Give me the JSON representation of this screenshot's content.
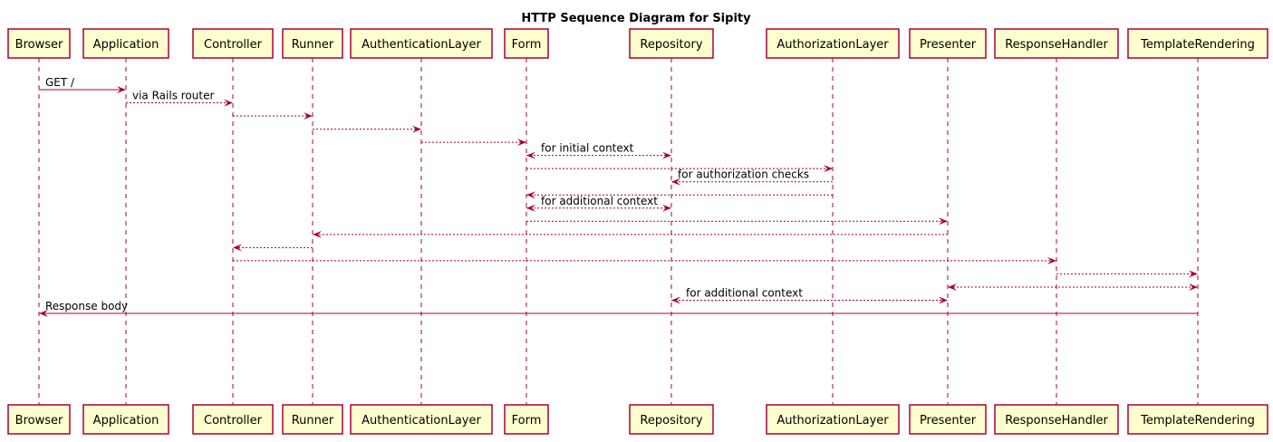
{
  "title": "HTTP Sequence Diagram for Sipity",
  "participants": [
    "Browser",
    "Application",
    "Controller",
    "Runner",
    "AuthenticationLayer",
    "Form",
    "Repository",
    "AuthorizationLayer",
    "Presenter",
    "ResponseHandler",
    "TemplateRendering"
  ],
  "messages": [
    {
      "from": 0,
      "to": 1,
      "label": "GET /",
      "style": "solid",
      "bidirectional": false
    },
    {
      "from": 1,
      "to": 2,
      "label": "via Rails router",
      "style": "dashed",
      "bidirectional": false
    },
    {
      "from": 2,
      "to": 3,
      "label": "",
      "style": "dashed",
      "bidirectional": false
    },
    {
      "from": 3,
      "to": 4,
      "label": "",
      "style": "dashed",
      "bidirectional": false
    },
    {
      "from": 4,
      "to": 5,
      "label": "",
      "style": "dashed",
      "bidirectional": false
    },
    {
      "from": 5,
      "to": 6,
      "label": "for initial context",
      "style": "dashed",
      "bidirectional": true
    },
    {
      "from": 5,
      "to": 7,
      "label": "",
      "style": "dashed",
      "bidirectional": false
    },
    {
      "from": 7,
      "to": 6,
      "label": "for authorization checks",
      "style": "dashed",
      "bidirectional": false
    },
    {
      "from": 7,
      "to": 5,
      "label": "",
      "style": "dashed",
      "bidirectional": false
    },
    {
      "from": 5,
      "to": 6,
      "label": "for additional context",
      "style": "dashed",
      "bidirectional": true
    },
    {
      "from": 5,
      "to": 8,
      "label": "",
      "style": "dashed",
      "bidirectional": false
    },
    {
      "from": 8,
      "to": 3,
      "label": "",
      "style": "dashed",
      "bidirectional": false
    },
    {
      "from": 3,
      "to": 2,
      "label": "",
      "style": "dashed",
      "bidirectional": false
    },
    {
      "from": 2,
      "to": 9,
      "label": "",
      "style": "dashed",
      "bidirectional": false
    },
    {
      "from": 9,
      "to": 10,
      "label": "",
      "style": "dashed",
      "bidirectional": false
    },
    {
      "from": 10,
      "to": 8,
      "label": "",
      "style": "dashed",
      "bidirectional": true
    },
    {
      "from": 6,
      "to": 8,
      "label": "for additional context",
      "style": "dashed",
      "bidirectional": true
    },
    {
      "from": 10,
      "to": 0,
      "label": "Response body",
      "style": "solid",
      "bidirectional": false
    }
  ],
  "colors": {
    "line": "#A80036",
    "box_fill": "#FEFECE",
    "text": "#000000"
  }
}
